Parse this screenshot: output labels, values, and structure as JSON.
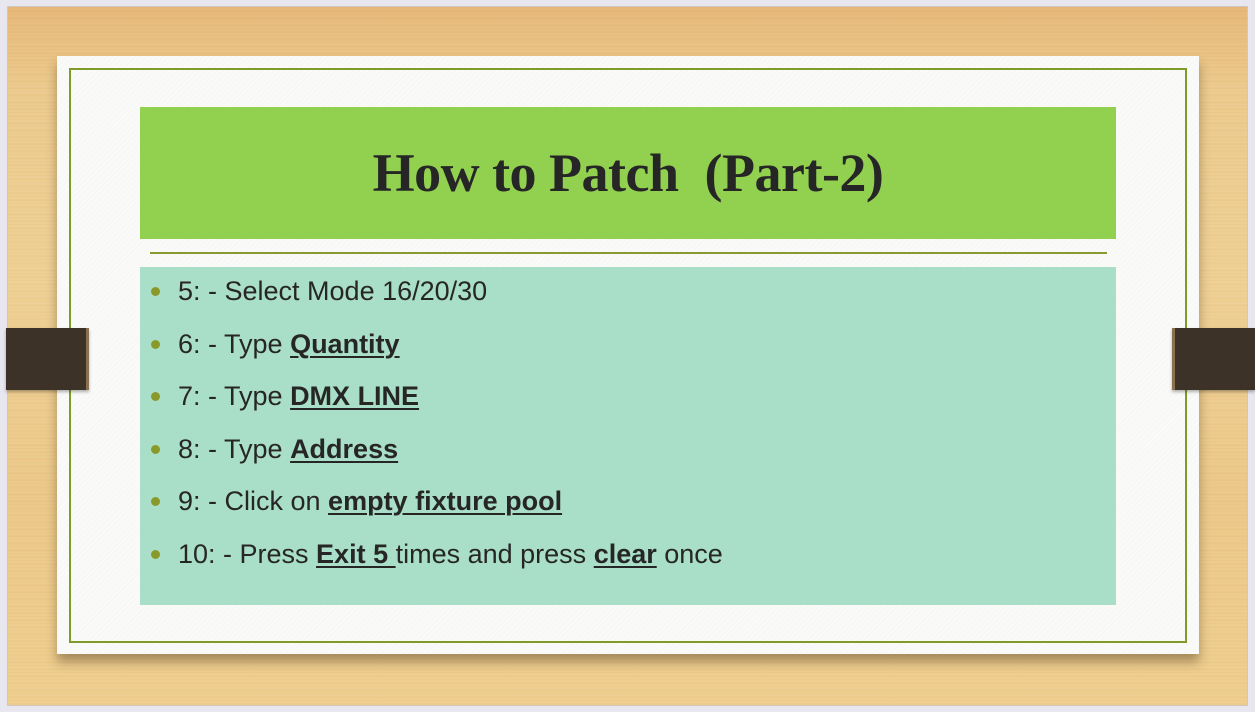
{
  "slide": {
    "title": "How to Patch  (Part-2)",
    "colors": {
      "title_bg": "#92d050",
      "content_bg": "#a9dec8",
      "frame": "#7f9b2a",
      "bullet": "#8a9a2a",
      "text": "#262626"
    },
    "bullets": [
      {
        "prefix": "5: - Select Mode 16/20/30",
        "b1": "",
        "mid": "",
        "b2": "",
        "suffix": ""
      },
      {
        "prefix": "6: - Type ",
        "b1": "Quantity",
        "mid": "",
        "b2": "",
        "suffix": ""
      },
      {
        "prefix": "7: - Type ",
        "b1": "DMX LINE",
        "mid": "",
        "b2": "",
        "suffix": ""
      },
      {
        "prefix": "8: - Type ",
        "b1": "Address",
        "mid": "",
        "b2": "",
        "suffix": ""
      },
      {
        "prefix": "9: - Click on ",
        "b1": "empty fixture pool",
        "mid": "",
        "b2": "",
        "suffix": ""
      },
      {
        "prefix": "10: - Press ",
        "b1": "Exit 5 ",
        "mid": "times and press ",
        "b2": "clear",
        "suffix": " once"
      }
    ]
  }
}
